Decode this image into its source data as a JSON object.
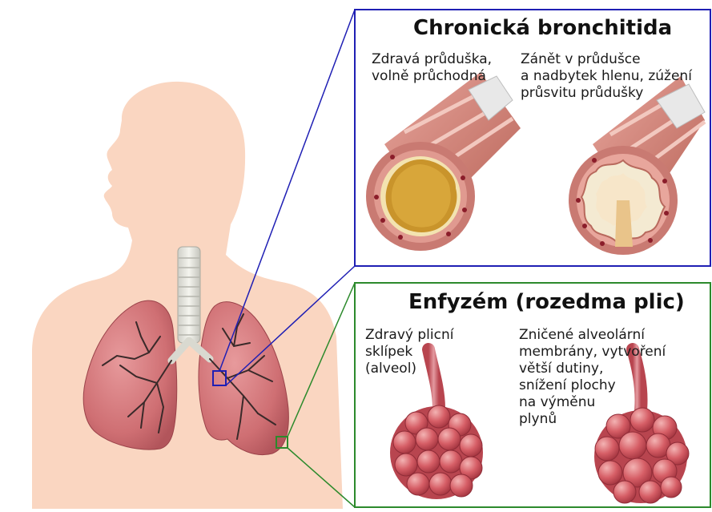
{
  "panels": {
    "bronchitis": {
      "title": "Chronická bronchitida",
      "healthy_caption": [
        "Zdravá průduška,",
        "volně průchodná"
      ],
      "diseased_caption": [
        "Zánět v průdušce",
        "a nadbytek hlenu, zúžení",
        "průsvitu průdušky"
      ]
    },
    "emphysema": {
      "title": "Enfyzém (rozedma plic)",
      "healthy_caption": [
        "Zdravý plicní",
        "sklípek",
        "(alveol)"
      ],
      "diseased_caption": [
        "Zničené alveolární",
        "membrány, vytvoření",
        "větší dutiny,",
        "snížení plochy",
        "na výměnu",
        "plynů"
      ]
    }
  },
  "colors": {
    "bronchitis_frame": "#1f1fb4",
    "emphysema_frame": "#2c8a2c",
    "skin": "#fad6c1",
    "lung": "#cf6f73",
    "airway_wall": "#c97a72",
    "mucus": "#e7c27a",
    "alveolus": "#c94f57"
  }
}
